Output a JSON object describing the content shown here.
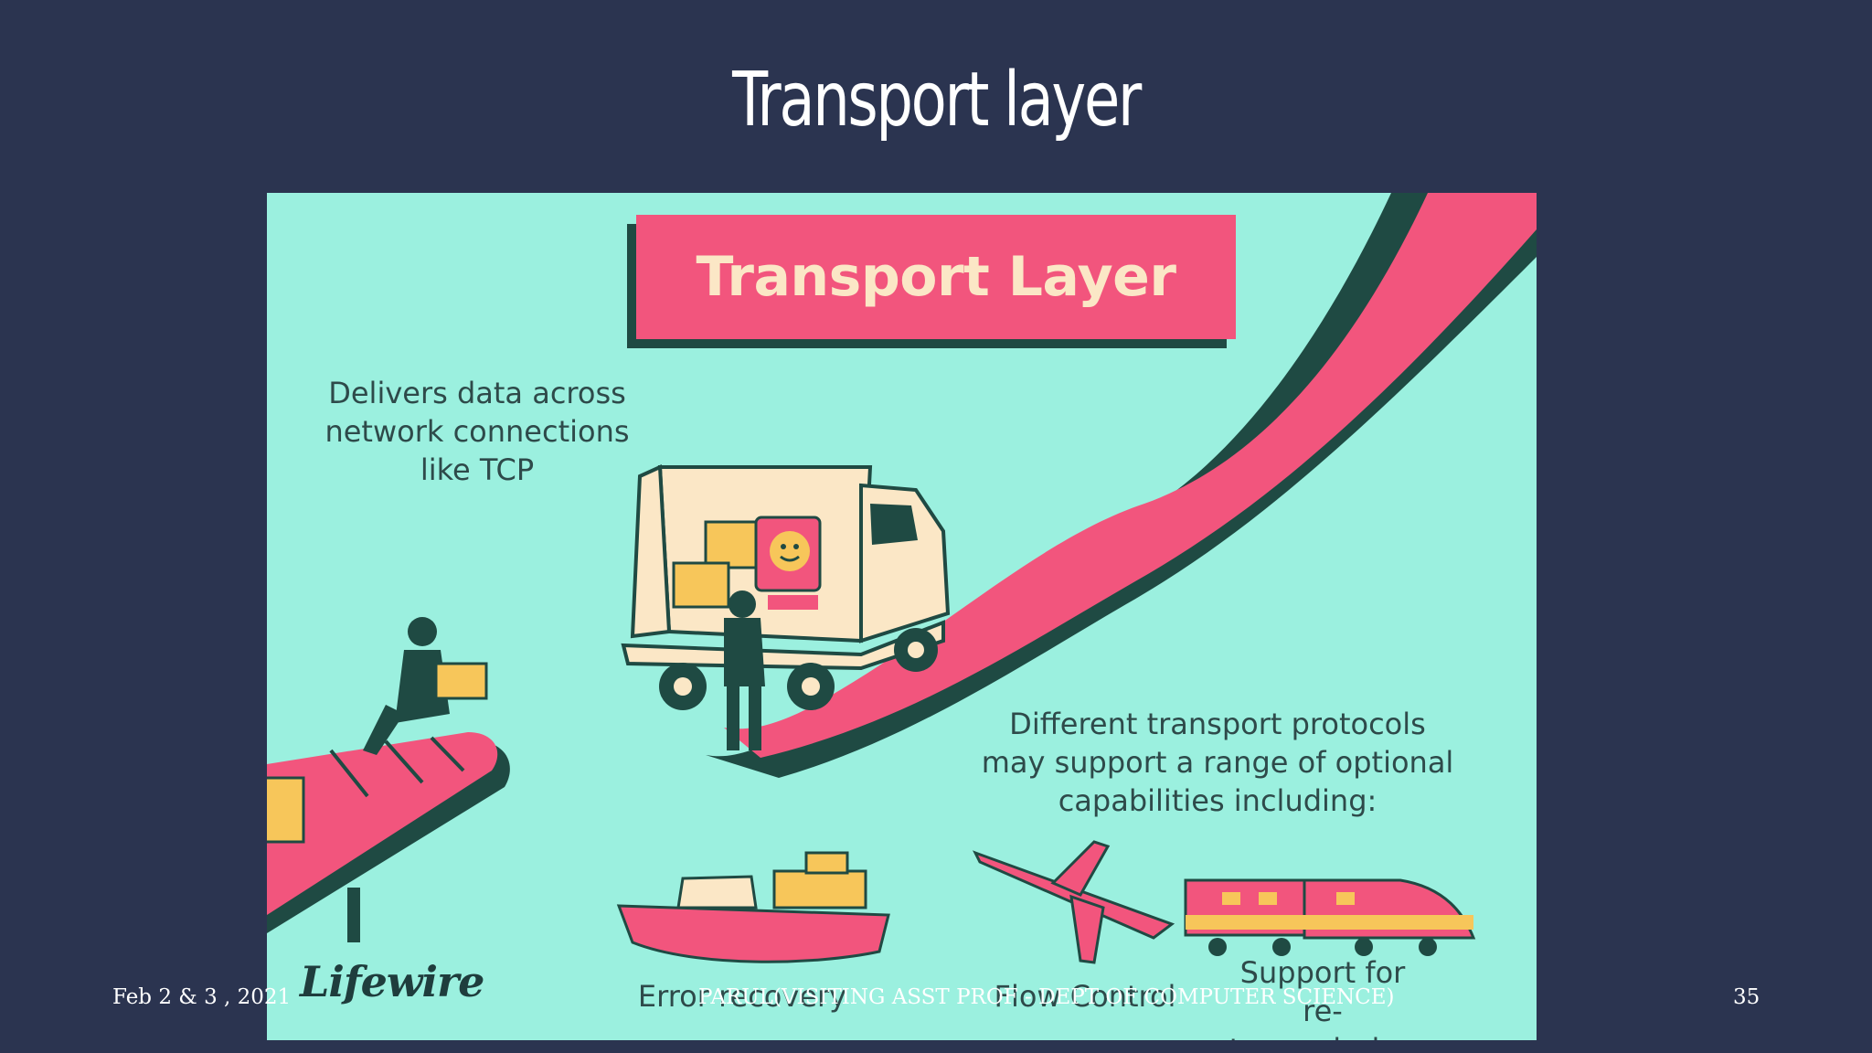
{
  "slide": {
    "title": "Transport layer",
    "page_number": "35"
  },
  "footer": {
    "date": "Feb 2 & 3 , 2021",
    "author": "PARUL(VISITING ASST PROF - DEPT OF COMPUTER SCIENCE)"
  },
  "figure": {
    "banner_title": "Transport Layer",
    "delivers_text": [
      "Delivers data across",
      "network connections",
      "like TCP"
    ],
    "protocols_text": [
      "Different transport protocols",
      "may support a range of optional",
      "capabilities including:"
    ],
    "capabilities": [
      "Error recovery",
      "Flow Control",
      "Support for re-transmission"
    ],
    "brand": "Lifewire",
    "icons": [
      "delivery-truck-icon",
      "smiley-monitor-icon",
      "worker-icon",
      "conveyor-belt-icon",
      "cargo-ship-icon",
      "airplane-icon",
      "train-icon"
    ],
    "colors": {
      "background": "#9bf0df",
      "pink": "#f2557d",
      "dark": "#1f4a43",
      "cream": "#fbe7c6",
      "box": "#f7c65a"
    }
  }
}
